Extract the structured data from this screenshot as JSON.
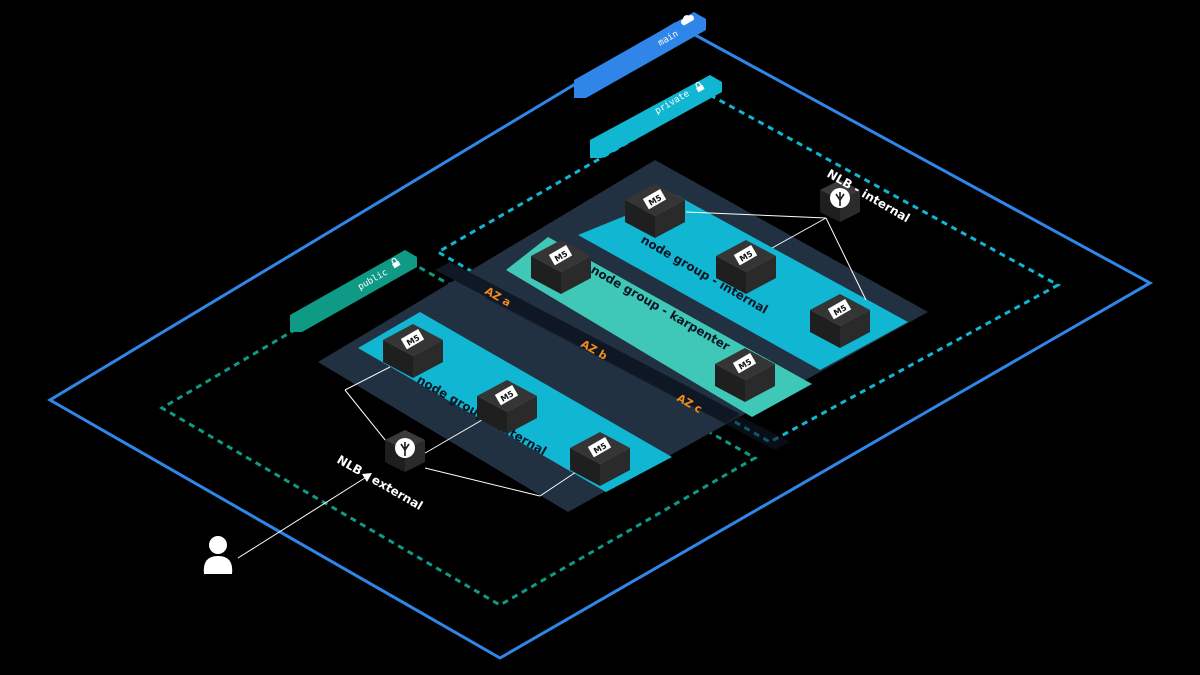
{
  "zones": {
    "main": "main",
    "private": "private",
    "public": "public"
  },
  "availability_zones": [
    "AZ a",
    "AZ b",
    "AZ c"
  ],
  "node_groups": {
    "internal": "node group - internal",
    "karpenter": "node group - karpenter",
    "external": "node group - external"
  },
  "load_balancers": {
    "internal": "NLB - internal",
    "external": "NLB - external"
  },
  "instance_label": "M5",
  "icons": {
    "user": "user-icon",
    "cloud": "cloud-icon",
    "lock": "lock-icon",
    "load_balancer": "load-balancer-icon"
  },
  "colors": {
    "background": "#000000",
    "vpc_border": "#2f86e8",
    "private": "#11b6d2",
    "public": "#0f9a86",
    "karpenter": "#3fc8b8",
    "platform": "#223142",
    "az_label": "#f28c1a",
    "server": "#2b2b2b"
  }
}
